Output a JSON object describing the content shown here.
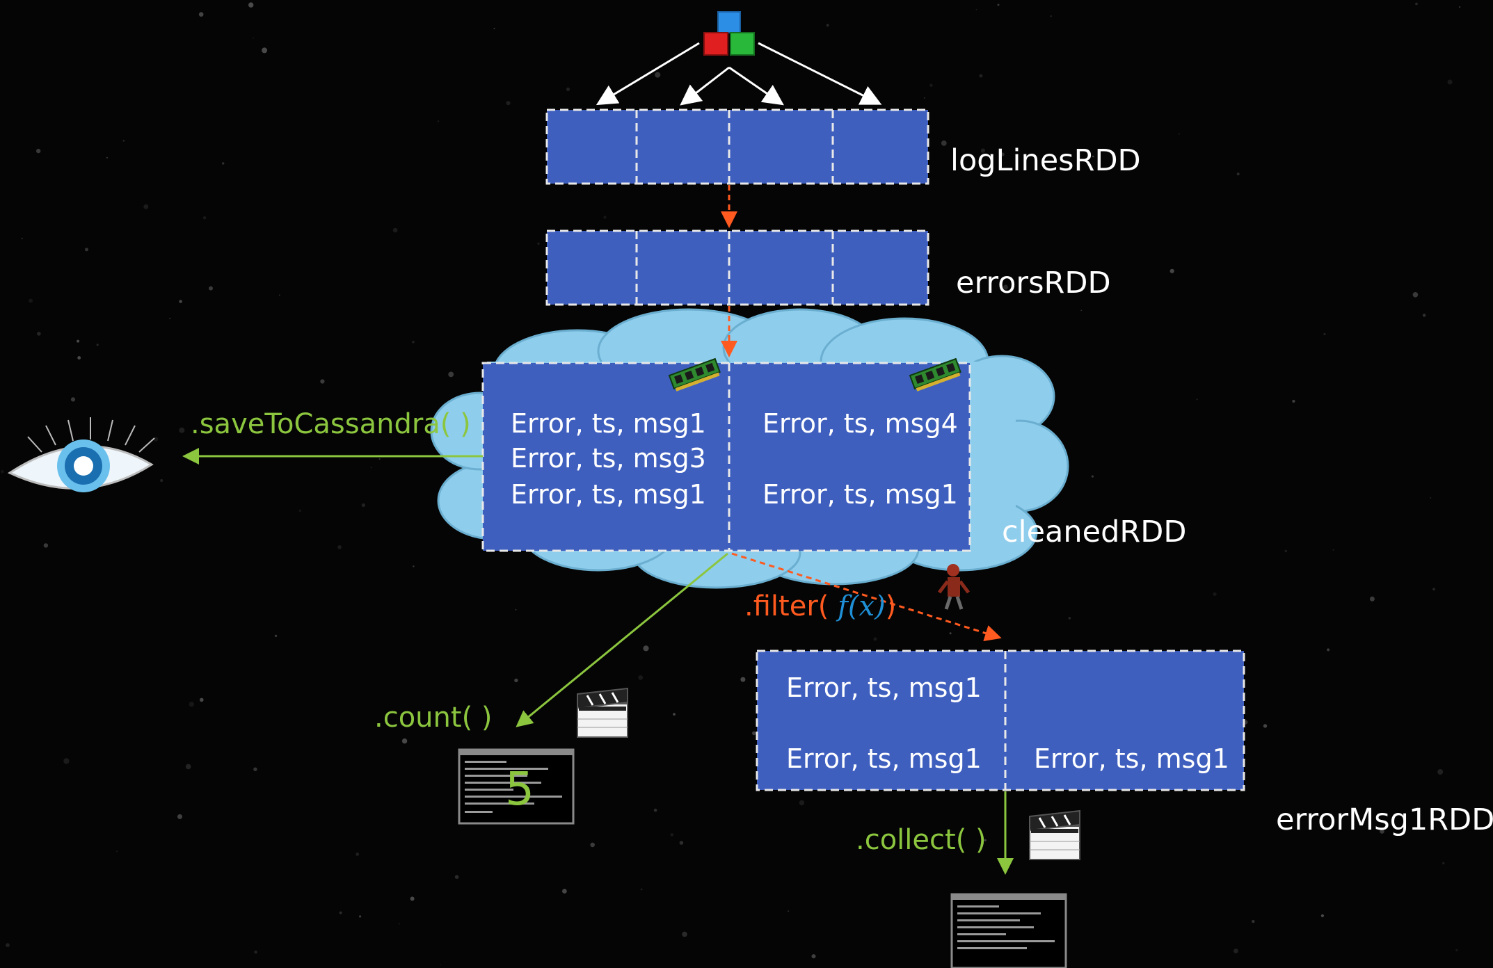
{
  "rdds": {
    "logLines": "logLinesRDD",
    "errors": "errorsRDD",
    "cleaned": "cleanedRDD",
    "errorMsg1": "errorMsg1RDD"
  },
  "cleaned_partitions": {
    "left": [
      "Error, ts, msg1",
      "Error, ts, msg3",
      "Error, ts, msg1"
    ],
    "right": [
      "Error, ts, msg4",
      "Error, ts, msg1"
    ]
  },
  "errorMsg1_partitions": {
    "left": [
      "Error, ts, msg1",
      "Error, ts, msg1"
    ],
    "right": [
      "Error, ts, msg1"
    ]
  },
  "operations": {
    "save": ".saveToCassandra(  )",
    "filter_prefix": ".filter( ",
    "filter_func": "f(x)",
    "filter_suffix": ")",
    "count": ".count(  )",
    "collect": ".collect(  )"
  },
  "count_result": "5",
  "colors": {
    "background": "#050505",
    "partition_fill": "#3f5fbf",
    "cloud_fill": "#8fcdec",
    "action_arrow": "#8cc63f",
    "transform_arrow": "#ff5a1f",
    "load_arrow": "#ffffff"
  },
  "icons": [
    "blocks-icon",
    "cassandra-eye-icon",
    "ram-icon",
    "robot-icon",
    "clapperboard-icon",
    "terminal-icon"
  ]
}
